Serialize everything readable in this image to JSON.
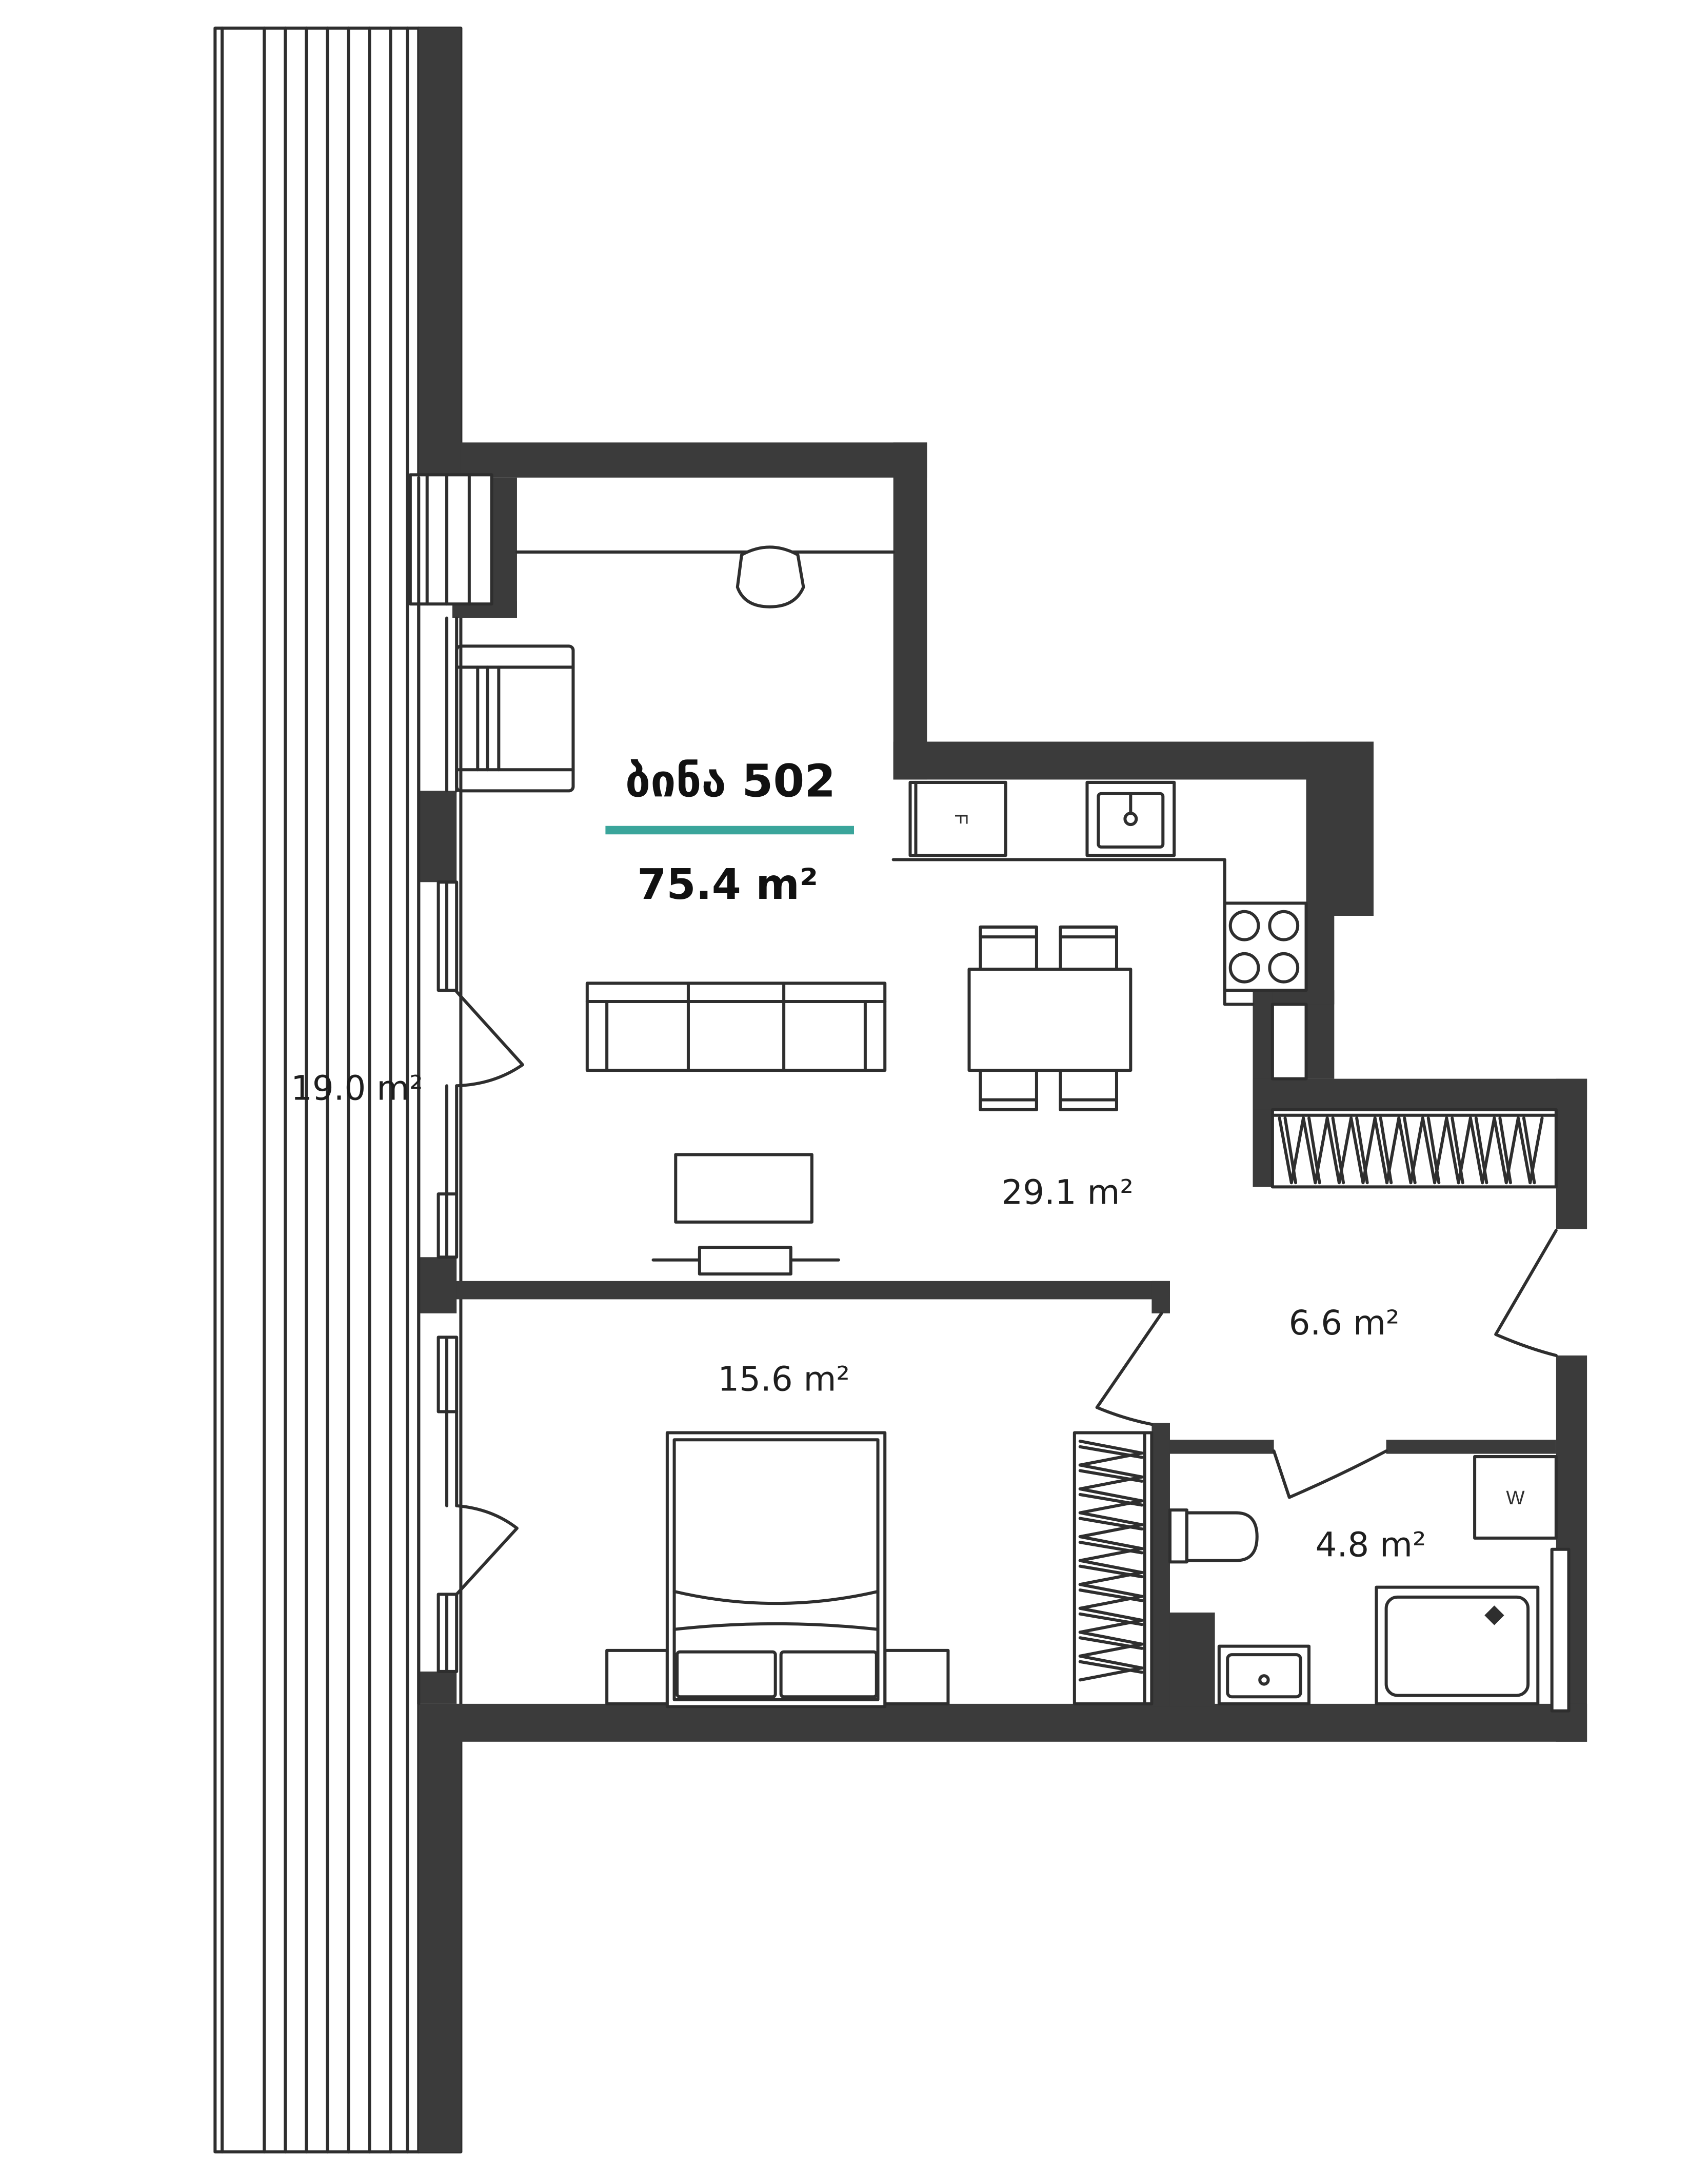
{
  "apartment": {
    "title": "ბინა 502",
    "total_area": "75.4 m²"
  },
  "rooms": {
    "balcony": {
      "area": "19.0 m²"
    },
    "living_kitchen": {
      "area": "29.1 m²"
    },
    "bedroom": {
      "area": "15.6 m²"
    },
    "hall": {
      "area": "6.6 m²"
    },
    "bathroom": {
      "area": "4.8 m²"
    }
  },
  "appliances": {
    "fridge": "F",
    "washer": "W"
  },
  "colors": {
    "wall": "#3b3b3b",
    "line": "#2e2e2e",
    "accent": "#3aa59b",
    "background": "#ffffff"
  }
}
